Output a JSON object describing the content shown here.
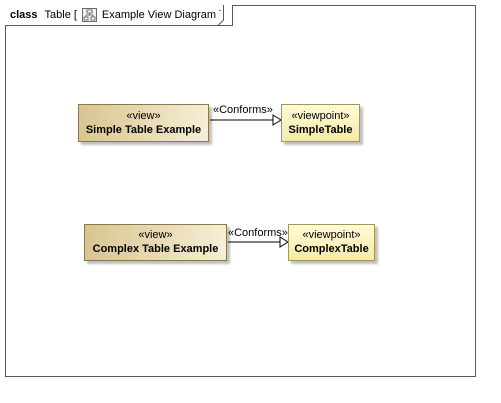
{
  "frame": {
    "kind": "class",
    "name": "Table",
    "open_bracket": "[",
    "diagram_name": "Example View Diagram",
    "close_bracket": "]"
  },
  "nodes": [
    {
      "id": "simple-view",
      "stereotype": "«view»",
      "name": "Simple Table Example"
    },
    {
      "id": "simple-viewpoint",
      "stereotype": "«viewpoint»",
      "name": "SimpleTable"
    },
    {
      "id": "complex-view",
      "stereotype": "«view»",
      "name": "Complex Table Example"
    },
    {
      "id": "complex-viewpoint",
      "stereotype": "«viewpoint»",
      "name": "ComplexTable"
    }
  ],
  "edges": [
    {
      "from": "simple-view",
      "to": "simple-viewpoint",
      "label": "«Conforms»"
    },
    {
      "from": "complex-view",
      "to": "complex-viewpoint",
      "label": "«Conforms»"
    }
  ],
  "colors": {
    "view_fill_start": "#d8c590",
    "view_fill_end": "#f6eed6",
    "viewpoint_fill_start": "#fffbd8",
    "viewpoint_fill_end": "#f4eaa8"
  }
}
